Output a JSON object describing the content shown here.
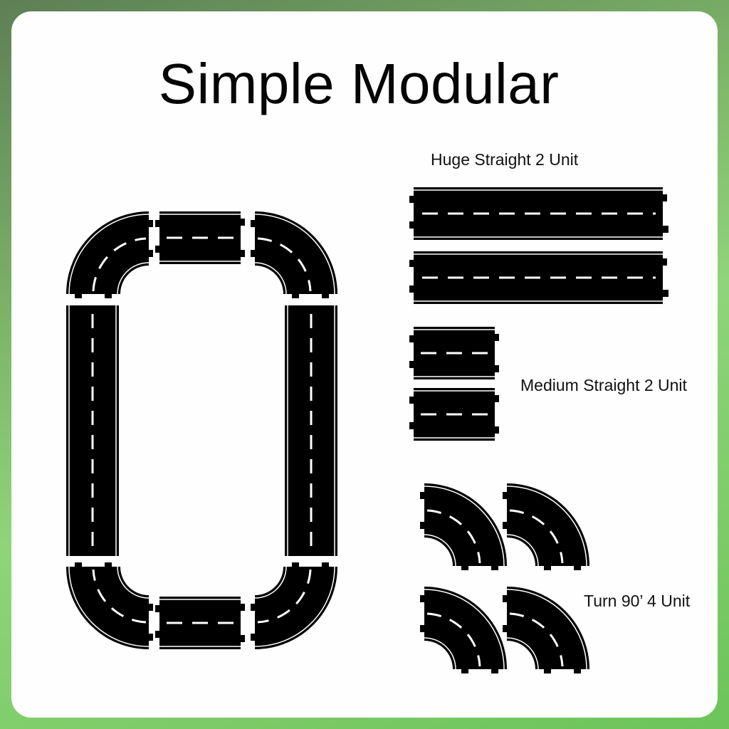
{
  "title": "Simple Modular",
  "labels": {
    "huge": "Huge Straight 2 Unit",
    "medium": "Medium Straight 2 Unit",
    "turn": "Turn 90’ 4 Unit"
  },
  "colors": {
    "background": "#7fb86a",
    "card": "#fefefe",
    "road": "#000000",
    "line": "#ffffff"
  }
}
